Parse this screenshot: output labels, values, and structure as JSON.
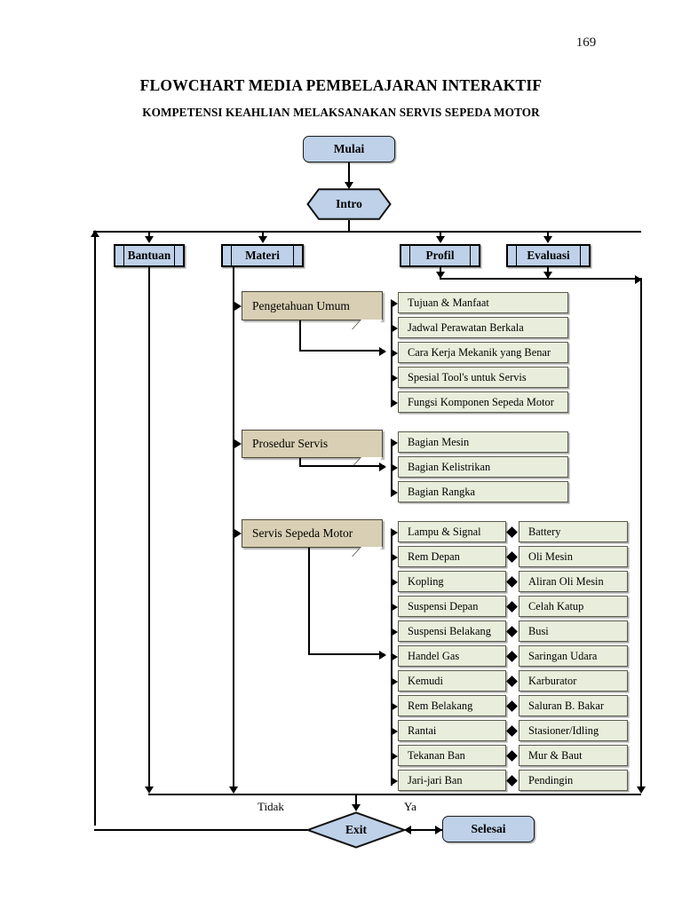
{
  "page": {
    "number": "169",
    "title": "FLOWCHART MEDIA PEMBELAJARAN INTERAKTIF",
    "subtitle": "KOMPETENSI KEAHLIAN MELAKSANAKAN SERVIS SEPEDA MOTOR"
  },
  "colors": {
    "terminator_fill": "#bed1e8",
    "menu_fill": "#bed1e8",
    "document_fill": "#d8cfb4",
    "leaf_fill": "#e9eedc",
    "line": "#000000"
  },
  "flow": {
    "start": "Mulai",
    "intro": "Intro",
    "exit": "Exit",
    "end": "Selesai",
    "label_no": "Tidak",
    "label_yes": "Ya"
  },
  "menu": [
    {
      "label": "Bantuan"
    },
    {
      "label": "Materi"
    },
    {
      "label": "Profil"
    },
    {
      "label": "Evaluasi"
    }
  ],
  "materi_groups": [
    {
      "title": "Pengetahuan Umum",
      "items": [
        "Tujuan & Manfaat",
        "Jadwal Perawatan Berkala",
        "Cara Kerja Mekanik yang Benar",
        "Spesial Tool's untuk Servis",
        "Fungsi Komponen Sepeda Motor"
      ]
    },
    {
      "title": "Prosedur Servis",
      "items": [
        "Bagian Mesin",
        "Bagian Kelistrikan",
        "Bagian Rangka"
      ]
    },
    {
      "title": "Servis Sepeda Motor",
      "items_left": [
        "Lampu & Signal",
        "Rem Depan",
        "Kopling",
        "Suspensi Depan",
        "Suspensi Belakang",
        "Handel Gas",
        "Kemudi",
        "Rem Belakang",
        "Rantai",
        "Tekanan Ban",
        "Jari-jari Ban"
      ],
      "items_right": [
        "Battery",
        "Oli Mesin",
        "Aliran Oli Mesin",
        "Celah Katup",
        "Busi",
        "Saringan Udara",
        "Karburator",
        "Saluran B. Bakar",
        "Stasioner/Idling",
        "Mur & Baut",
        "Pendingin"
      ]
    }
  ]
}
